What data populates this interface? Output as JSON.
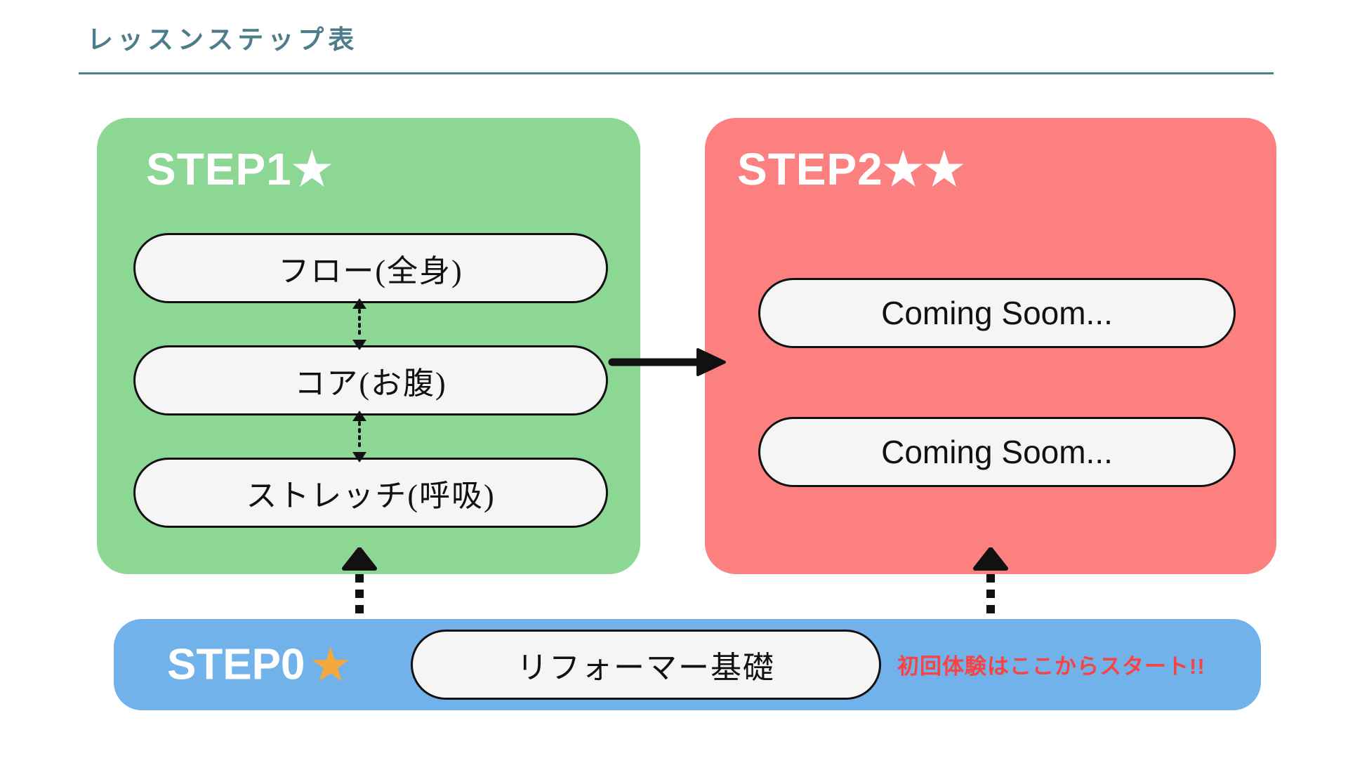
{
  "title": "レッスンステップ表",
  "colors": {
    "title": "#4d7c8a",
    "step1-bg": "#8cd794",
    "step2-bg": "#fc8080",
    "step0-bg": "#71b2ea",
    "pill-bg": "#f5f5f5",
    "pill-border": "#111111",
    "header-text": "#ffffff",
    "star": "#f6a83c",
    "note": "#f94343",
    "arrow": "#111111"
  },
  "step1": {
    "label": "STEP1★",
    "items": [
      "フロー(全身)",
      "コア(お腹)",
      "ストレッチ(呼吸)"
    ]
  },
  "step2": {
    "label": "STEP2★★",
    "items": [
      "Coming Soom...",
      "Coming Soom..."
    ]
  },
  "step0": {
    "label": "STEP0",
    "star": "★",
    "item": "リフォーマー基礎",
    "note": "初回体験はここからスタート!!"
  }
}
